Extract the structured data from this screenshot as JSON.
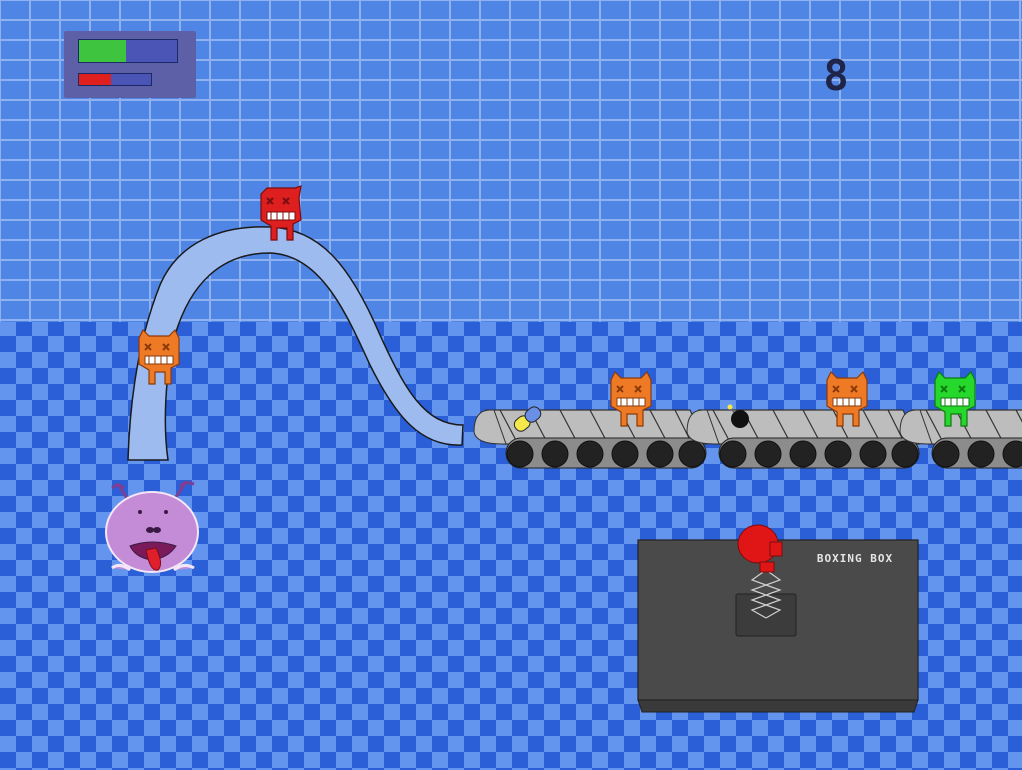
{
  "hud": {
    "health_bar": {
      "level": 0.48,
      "color": "#3ec43e"
    },
    "energy_bar": {
      "level": 0.45,
      "color": "#e0201f"
    },
    "score": "8"
  },
  "slide": {
    "color": "#9ebbf0"
  },
  "conveyor_belts": [
    {
      "items": [
        "yellow-blue-pill",
        "orange-devil-monster"
      ]
    },
    {
      "items": [
        "black-bomb",
        "orange-devil-monster"
      ]
    },
    {
      "items": [
        "green-devil-monster"
      ]
    }
  ],
  "slide_monsters": [
    "red-devil-monster",
    "orange-devil-monster"
  ],
  "player": {
    "name": "purple-bug-monster"
  },
  "boxing_box": {
    "label": "BOXING BOX"
  },
  "colors": {
    "wall_tile": "#4a7fe0",
    "floor_dark": "#2b5fd8",
    "floor_light": "#6394ee",
    "orange_monster": "#ef7a26",
    "red_monster": "#dd1f1f",
    "green_monster": "#27d82c",
    "purple_player": "#c48bd6",
    "box_gray": "#4a4a4a"
  }
}
